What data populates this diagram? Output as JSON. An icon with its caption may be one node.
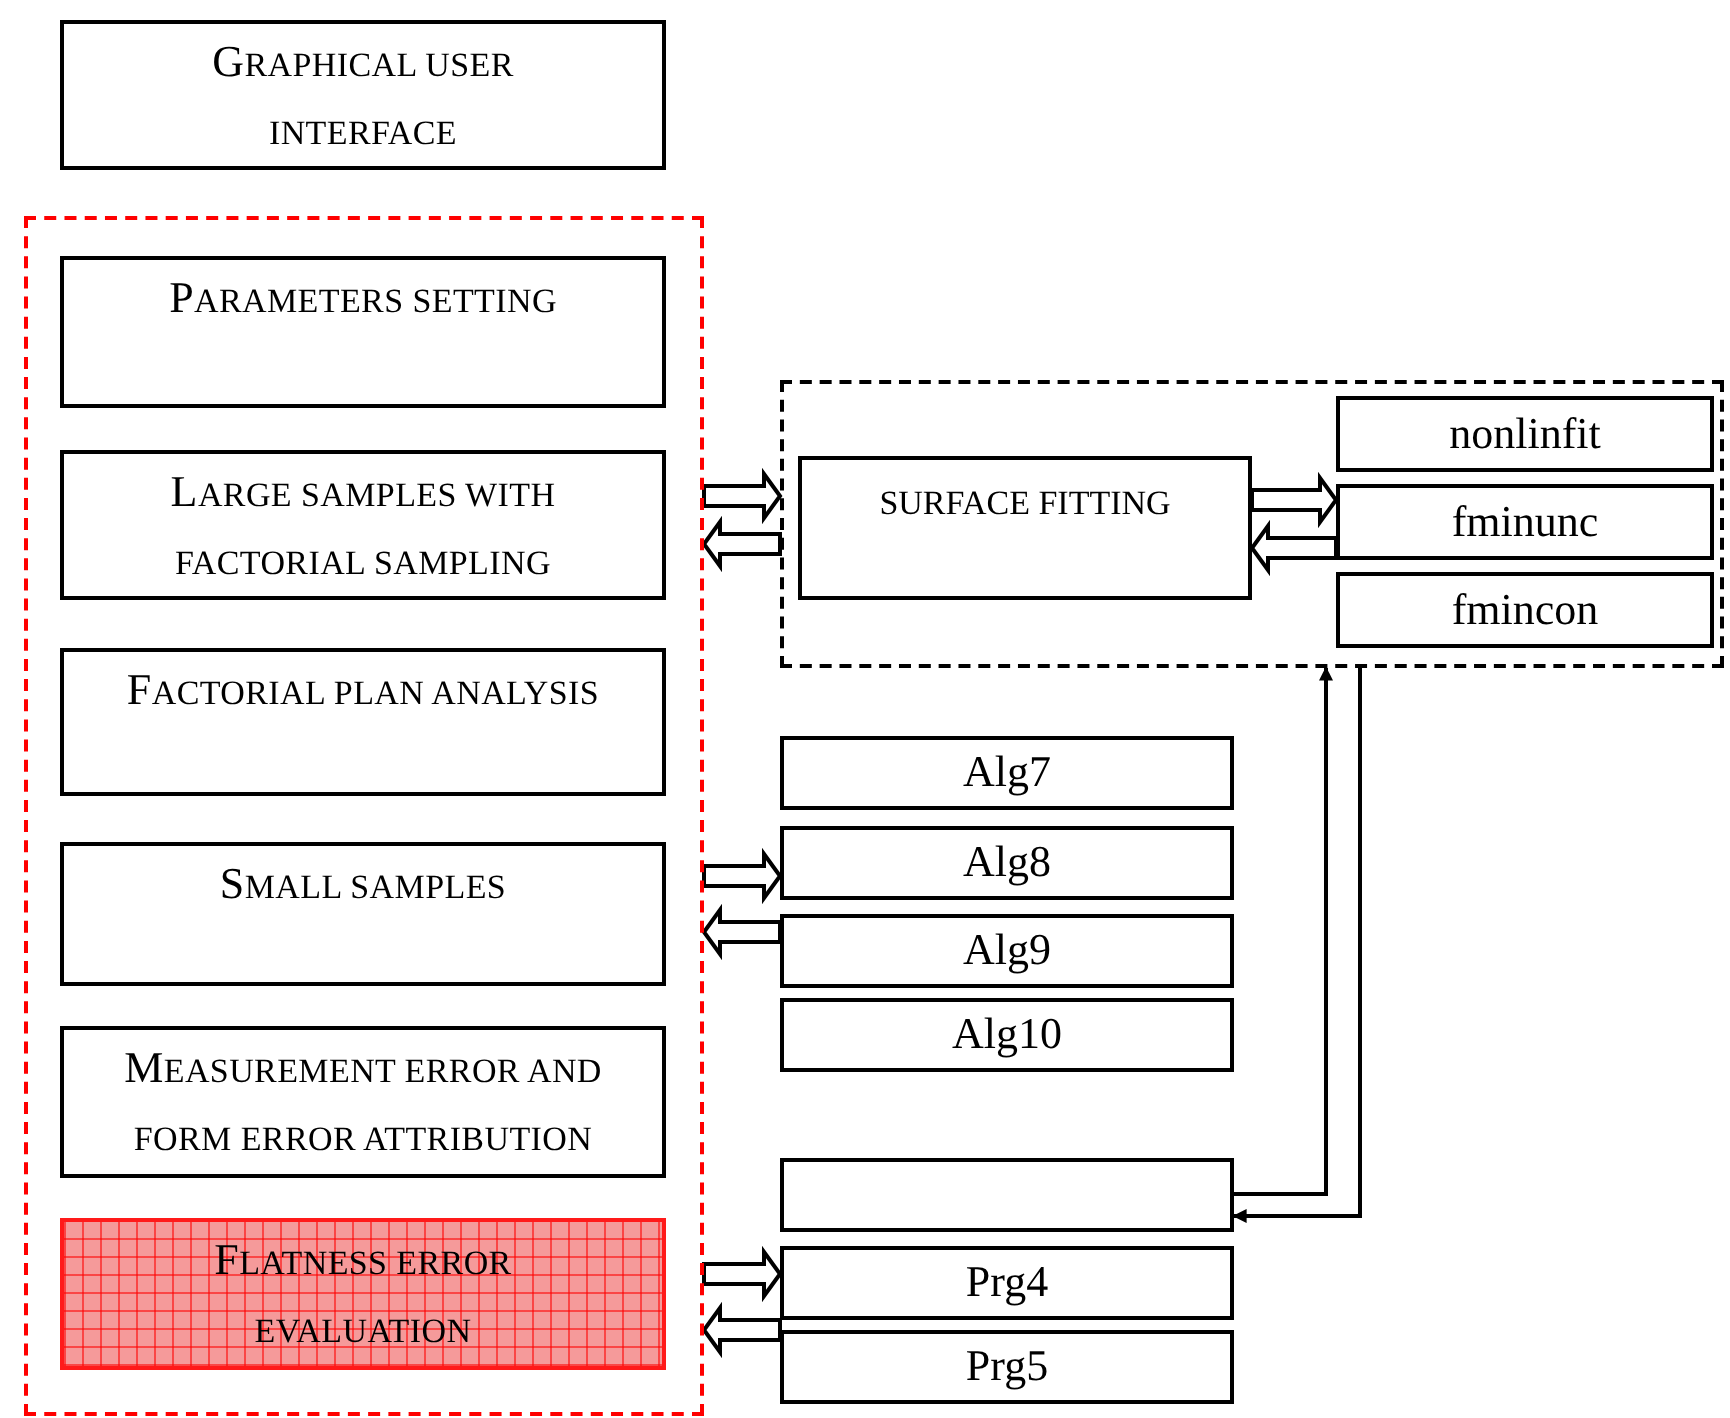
{
  "diagram": {
    "nodes": [
      {
        "text": [
          "GRAPHICAL USER INTERFACE"
        ]
      },
      {
        "text": [],
        "shape": "box"
      },
      {
        "text": [
          "PARAMETERS SETTING"
        ],
        "in": 1
      },
      {
        "text": [
          "LARGE SAMPLES WITH FACTORIAL SAMPLING"
        ],
        "in": 1
      },
      {
        "text": [
          "FACTORIAL PLAN ANALYSIS"
        ],
        "in": 1
      },
      {
        "text": [
          "SMALL SAMPLES"
        ],
        "in": 1
      },
      {
        "text": [
          "MEASUREMENT ERROR AND FORM ERROR ATTRIBUTION"
        ],
        "in": 1
      },
      {
        "text": [
          "FLATNESS ERROR EVALUATION"
        ],
        "in": 1
      },
      {
        "text": [],
        "shape": "box"
      },
      {
        "text": [
          "SURFACE FITTING"
        ],
        "in": 8
      },
      {
        "text": [
          "nonlinfit"
        ],
        "in": 8
      },
      {
        "text": [
          "fminunc"
        ],
        "in": 8
      },
      {
        "text": [
          "fmincon"
        ],
        "in": 8
      },
      {
        "text": [
          "Alg7"
        ]
      },
      {
        "text": [
          "Alg8"
        ]
      },
      {
        "text": [
          "Alg9"
        ]
      },
      {
        "text": [
          "Alg10"
        ]
      },
      {
        "text": [],
        "shape": "box"
      },
      {
        "text": [
          "Prg4"
        ]
      },
      {
        "text": [
          "Prg5"
        ]
      }
    ],
    "edges": [
      {
        "from": 1,
        "to": 8,
        "arrow": "to",
        "style": "thick"
      },
      {
        "from": 8,
        "to": 1,
        "arrow": "to",
        "style": "thick"
      },
      {
        "from": 9,
        "to": 11,
        "arrow": "to",
        "style": "thick"
      },
      {
        "from": 11,
        "to": 9,
        "arrow": "to",
        "style": "thick"
      },
      {
        "from": 1,
        "to": 14,
        "arrow": "to",
        "style": "thick"
      },
      {
        "from": 15,
        "to": 1,
        "arrow": "to",
        "style": "thick"
      },
      {
        "from": 1,
        "to": 18,
        "arrow": "to",
        "style": "thick"
      },
      {
        "from": 18,
        "to": 1,
        "arrow": "to",
        "style": "thick"
      },
      {
        "from": 17,
        "to": 8,
        "arrow": "to"
      },
      {
        "from": 8,
        "to": 17,
        "arrow": "to"
      }
    ]
  }
}
